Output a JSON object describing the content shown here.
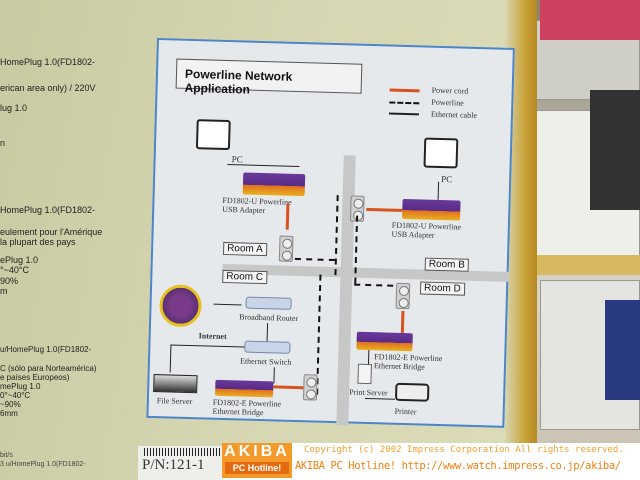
{
  "box_text": {
    "lines": [
      "HomePlug 1.0(FD1802-",
      "erican area only) / 220V",
      "lug 1.0",
      "n",
      "HomePlug 1.0(FD1802-",
      "eulement pour l'Amérique",
      "la plupart des pays",
      "ePlug 1.0",
      "°~40°C",
      "90%",
      "m",
      "u/HomePlug 1.0(FD1802-",
      "C (sólo para Norteamérica)",
      "e países Europeos)",
      "mePlug 1.0",
      "0°~40°C",
      "~90%",
      "6mm",
      "bit/s",
      "3 u/HomePlug 1.0(FD1802-"
    ],
    "part_number": "P/N:121-1"
  },
  "diagram": {
    "title": "Powerline Network Application",
    "legend": [
      "Power cord",
      "Powerline",
      "Ethernet cable"
    ],
    "rooms": [
      "Room A",
      "Room B",
      "Room C",
      "Room D"
    ],
    "labels": {
      "pc_left": "PC",
      "pc_right": "PC",
      "usb_adapter_left": [
        "FD1802-U  Powerline",
        "USB Adapter"
      ],
      "usb_adapter_right": [
        "FD1802-U  Powerline",
        "USB Adapter"
      ],
      "internet": "Internet",
      "router": "Broadband Router",
      "switch": "Ethernet Switch",
      "file_server": "File Server",
      "bridge_left": [
        "FD1802-E  Powerline",
        "Ethernet Bridge"
      ],
      "bridge_right": [
        "FD1802-E  Powerline",
        "Ethernet Bridge"
      ],
      "print_server": "Print Server",
      "printer": "Printer"
    }
  },
  "watermark": {
    "logo_top": "AKIBA",
    "logo_bottom": "PC Hotline!",
    "copyright": "Copyright (c) 2002 Impress Corporation All rights reserved.",
    "url_line": "AKIBA PC Hotline! http://www.watch.impress.co.jp/akiba/"
  }
}
